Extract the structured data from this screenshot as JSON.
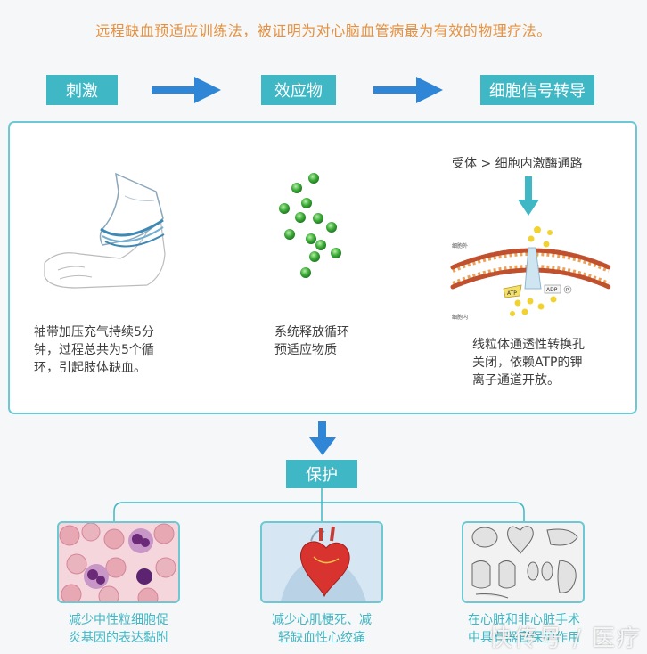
{
  "headline": "远程缺血预适应训练法，被证明为对心脑血管病最为有效的物理疗法。",
  "steps": [
    {
      "label": "刺激"
    },
    {
      "label": "效应物"
    },
    {
      "label": "细胞信号转导"
    }
  ],
  "columns": {
    "stimulus": {
      "text_line1": "袖带加压充气持续5分",
      "text_line2": "钟，过程总共为5个循",
      "text_line3": "环，引起肢体缺血。"
    },
    "effector": {
      "text_line1": "系统释放循环",
      "text_line2": "预适应物质"
    },
    "signal": {
      "receptor": "受体 > 细胞内激酶通路",
      "membrane_top": "细胞外",
      "membrane_bottom": "细胞内",
      "atp_label": "ATP",
      "adp_label": "ADP",
      "p_label": "P",
      "text_line1": "线粒体通透性转换孔",
      "text_line2": "关闭，依赖ATP的钾",
      "text_line3": "离子通道开放。"
    }
  },
  "protect": {
    "label": "保护"
  },
  "outcomes": [
    {
      "line1": "减少中性粒细胞促",
      "line2": "炎基因的表达黏附"
    },
    {
      "line1": "减少心肌梗死、减",
      "line2": "轻缺血性心绞痛"
    },
    {
      "line1": "在心脏和非心脏手术",
      "line2": "中具有器官保护作用"
    }
  ],
  "watermark": "快传号 / 医疗",
  "colors": {
    "teal": "#3fb7c4",
    "blue_arrow": "#2f86d6",
    "orange": "#e7913f",
    "green_dot": "#3fae3a"
  }
}
